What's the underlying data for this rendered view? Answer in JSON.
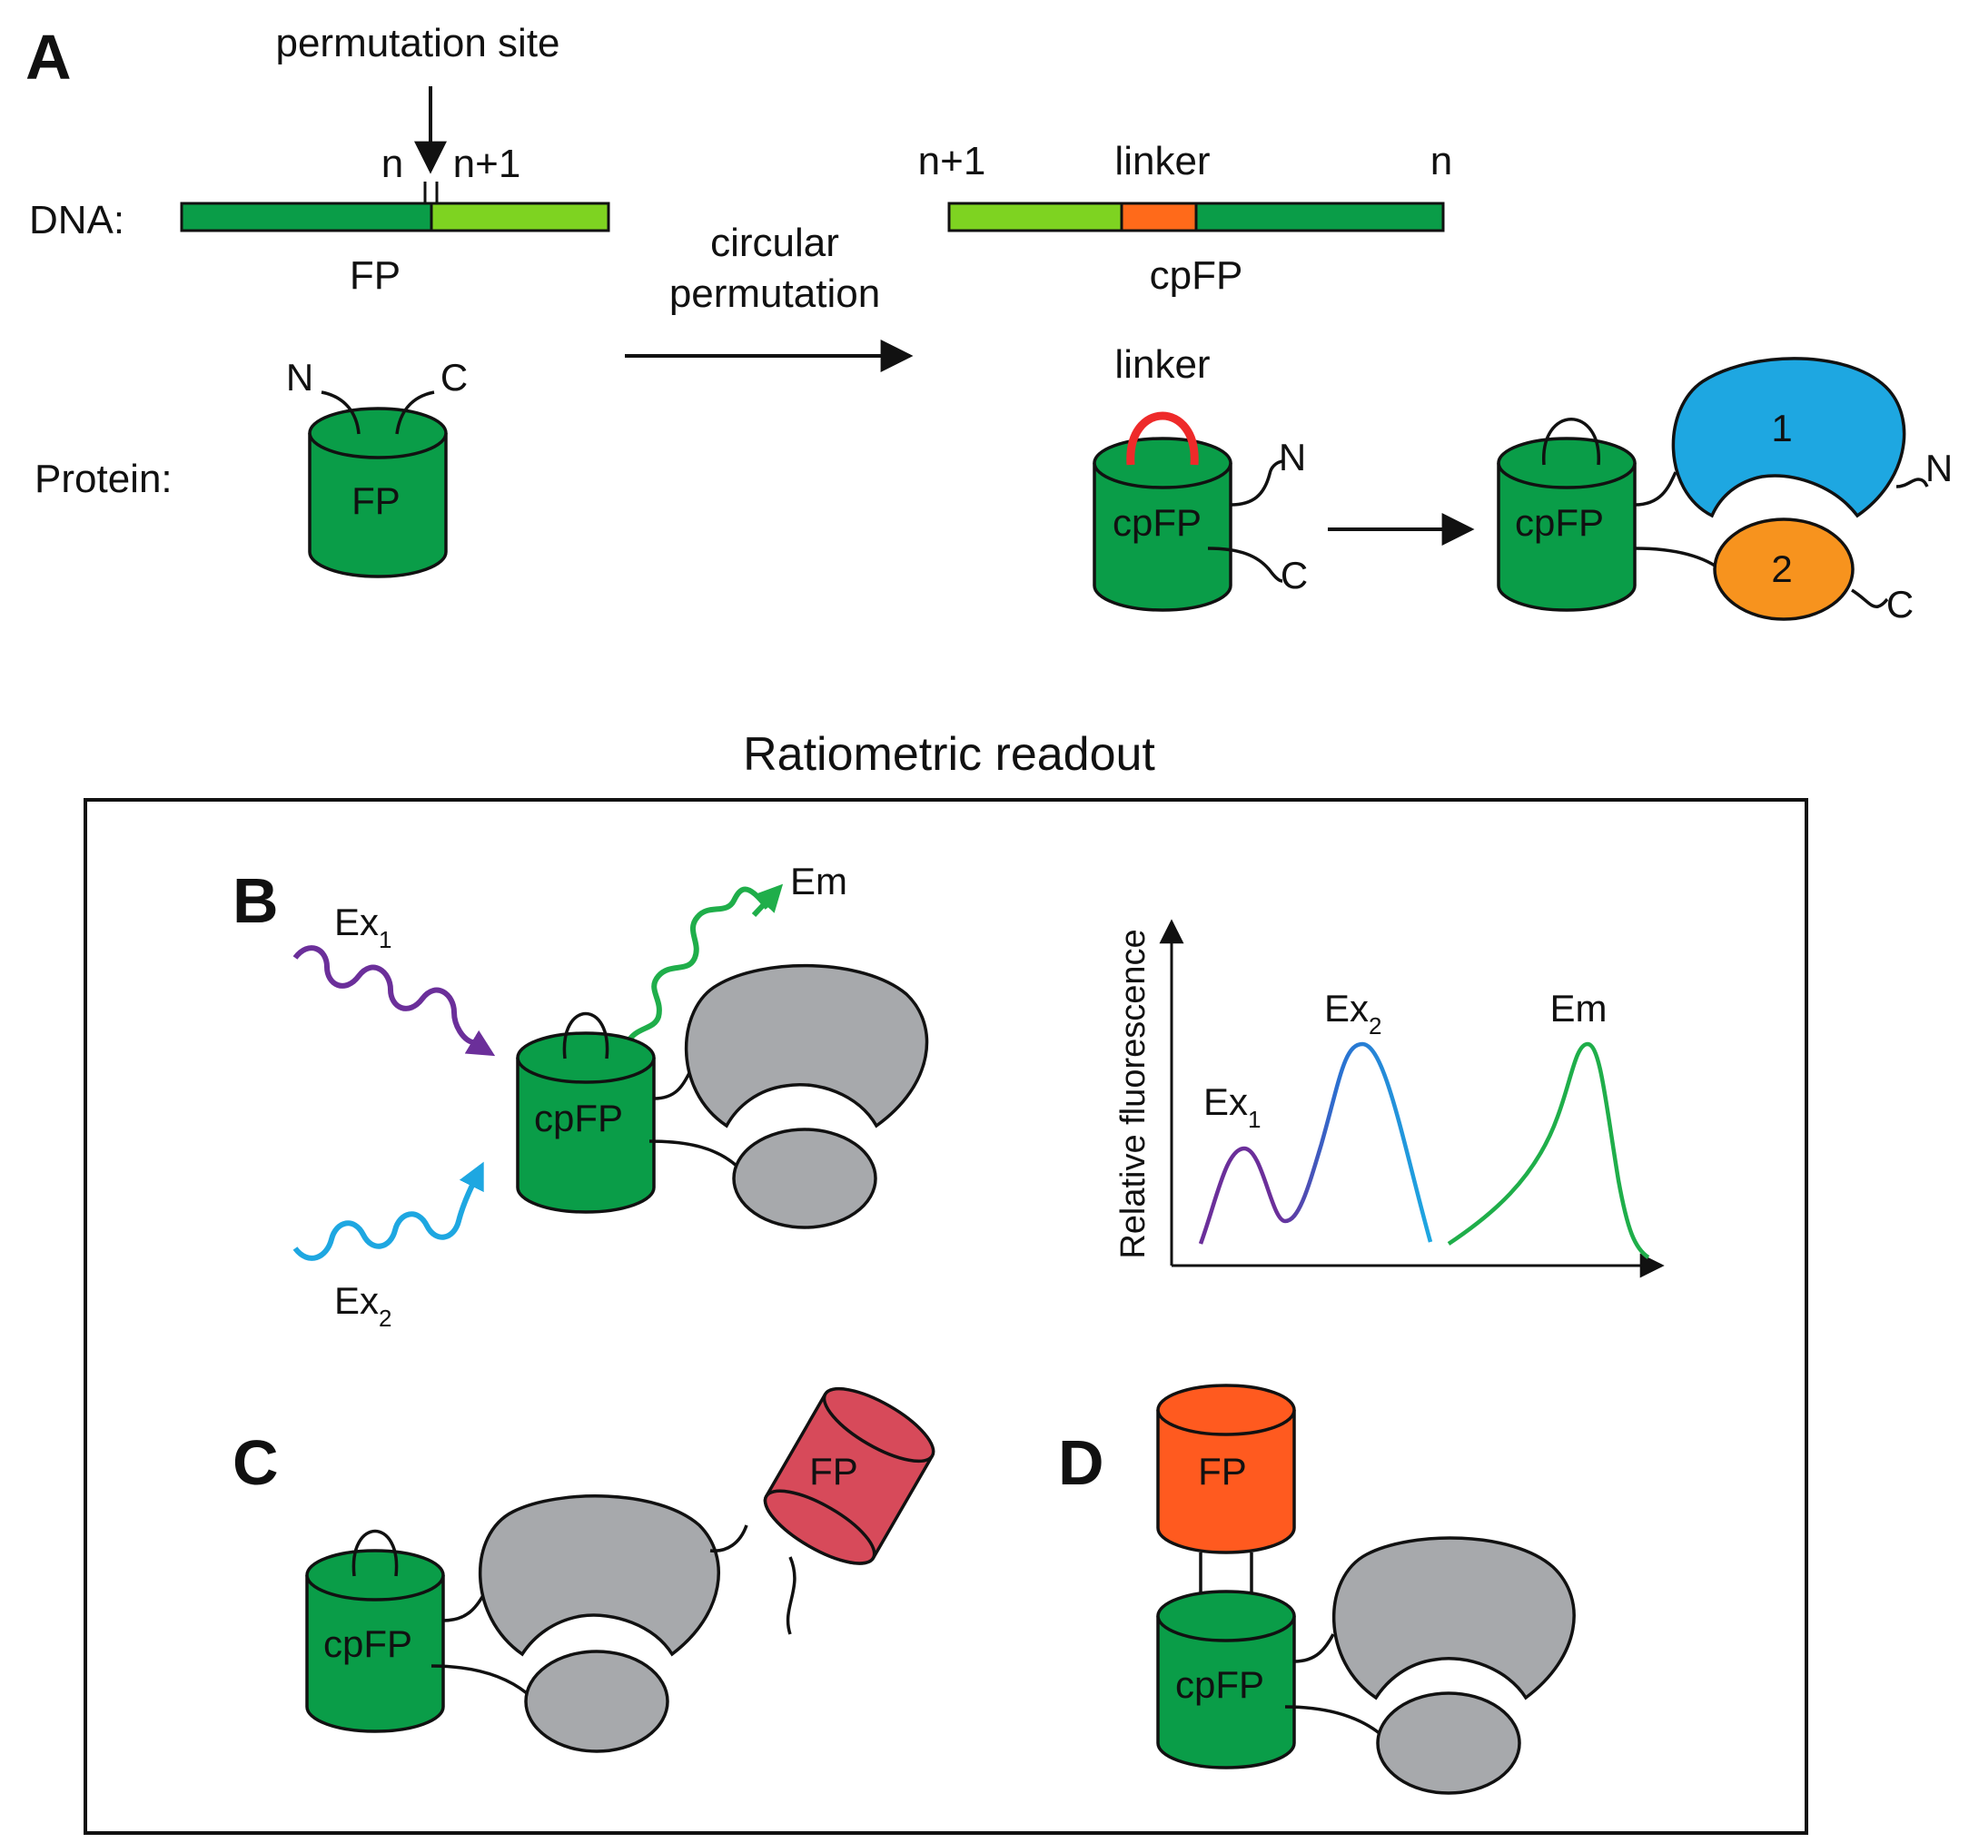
{
  "panels": {
    "a": "A",
    "b": "B",
    "c": "C",
    "d": "D"
  },
  "panel_a": {
    "permutation_site": "permutation site",
    "n": "n",
    "n_plus_1": "n+1",
    "dna_label": "DNA:",
    "protein_label": "Protein:",
    "fp_gene": "FP",
    "fp_protein": "FP",
    "circular_permutation_line1": "circular",
    "circular_permutation_line2": "permutation",
    "cp_n_plus_1": "n+1",
    "cp_linker": "linker",
    "cp_n": "n",
    "cpfp_gene": "cpFP",
    "linker_protein": "linker",
    "cpfp_protein": "cpFP",
    "terminus_n": "N",
    "terminus_c": "C",
    "sensor_cpfp": "cpFP",
    "domain_1": "1",
    "domain_2": "2"
  },
  "ratiometric_title": "Ratiometric readout",
  "panel_b": {
    "ex1_base": "Ex",
    "ex1_sub": "1",
    "ex2_base": "Ex",
    "ex2_sub": "2",
    "em": "Em",
    "cpfp": "cpFP",
    "ylabel": "Relative fluorescence",
    "peak_ex1_base": "Ex",
    "peak_ex1_sub": "1",
    "peak_ex2_base": "Ex",
    "peak_ex2_sub": "2",
    "peak_em": "Em"
  },
  "panel_c": {
    "cpfp": "cpFP",
    "fp": "FP"
  },
  "panel_d": {
    "cpfp": "cpFP",
    "fp": "FP"
  },
  "colors": {
    "fp_green": "#0a9d48",
    "light_green": "#7ed321",
    "linker_orange": "#ff6a1a",
    "linker_red": "#ee2a2a",
    "domain_blue": "#1ea7e1",
    "domain_orange": "#f7931e",
    "grey_domain": "#a7a9ac",
    "purple": "#6b2f9a",
    "cyan": "#1ea7e1",
    "emission_green": "#1fae4a",
    "red_fp": "#d74a5a",
    "orange_fp": "#ff5a1f"
  },
  "icons": {
    "wave_arrow": "wavy-arrow-icon",
    "arrow": "arrow-icon"
  }
}
